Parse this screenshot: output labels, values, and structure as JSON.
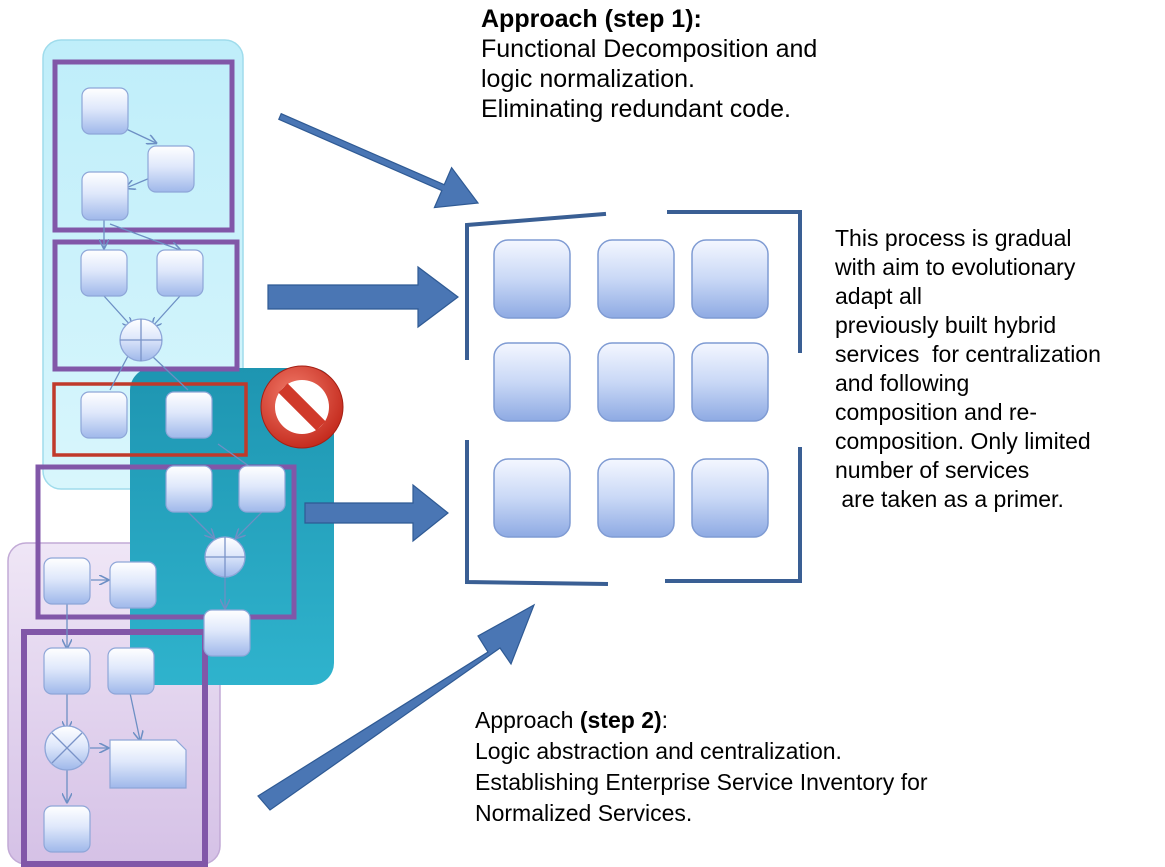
{
  "step1": {
    "heading": "Approach (step 1):",
    "line1": "Functional Decomposition and",
    "line2": "logic normalization.",
    "line3": "Eliminating redundant code."
  },
  "note": {
    "lines": [
      "This process is gradual",
      "with aim to evolutionary",
      "adapt all",
      "previously built hybrid",
      "services  for centralization",
      "and following",
      "composition and re-",
      "composition. Only limited",
      "number of services",
      " are taken as a primer."
    ]
  },
  "step2": {
    "prefix": "Approach ",
    "bold": "(step 2)",
    "suffix": ":",
    "line1": "Logic abstraction and centralization.",
    "line2": "Establishing Enterprise Service Inventory for",
    "line3": "Normalized Services."
  },
  "colors": {
    "arrow": "#4a76b4",
    "panel_light": "#cdf2fa",
    "panel_teal": "#2aa7c1",
    "panel_lilac": "#e3d3ef",
    "frame_purple": "#8157a8",
    "frame_red": "#c0392b",
    "bracket": "#3a5f94",
    "node_fill": "#cfdcf7"
  },
  "icons": [
    "prohibited-icon",
    "plus-circle-icon",
    "cross-circle-icon"
  ]
}
